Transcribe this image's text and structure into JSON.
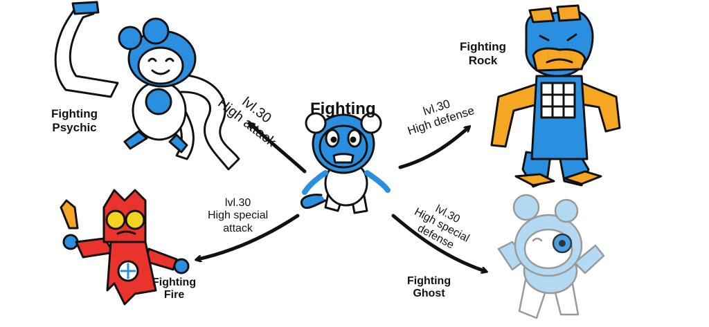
{
  "center": {
    "title": "Fighting",
    "colors": {
      "body": "#2b8fe0",
      "belly": "#ffffff",
      "outline": "#111111"
    }
  },
  "evolutions": [
    {
      "id": "psychic",
      "type_lines": [
        "Fighting",
        "Psychic"
      ],
      "condition_lines": [
        "lvl.30",
        "High attack"
      ],
      "colors": {
        "body": "#2b8fe0",
        "accent": "#ffffff"
      }
    },
    {
      "id": "rock",
      "type_lines": [
        "Fighting",
        "Rock"
      ],
      "condition_lines": [
        "lvl.30",
        "High defense"
      ],
      "colors": {
        "body": "#2b8fe0",
        "accent": "#f5a623"
      }
    },
    {
      "id": "fire",
      "type_lines": [
        "Fighting",
        "Fire"
      ],
      "condition_lines": [
        "lvl.30",
        "High special",
        "attack"
      ],
      "colors": {
        "body": "#e8342c",
        "accent": "#f5a623",
        "hands": "#2b8fe0"
      }
    },
    {
      "id": "ghost",
      "type_lines": [
        "Fighting",
        "Ghost"
      ],
      "condition_lines": [
        "lvl.30",
        "High special",
        "defense"
      ],
      "colors": {
        "body": "#a8d4f2",
        "accent": "#ffffff"
      }
    }
  ]
}
